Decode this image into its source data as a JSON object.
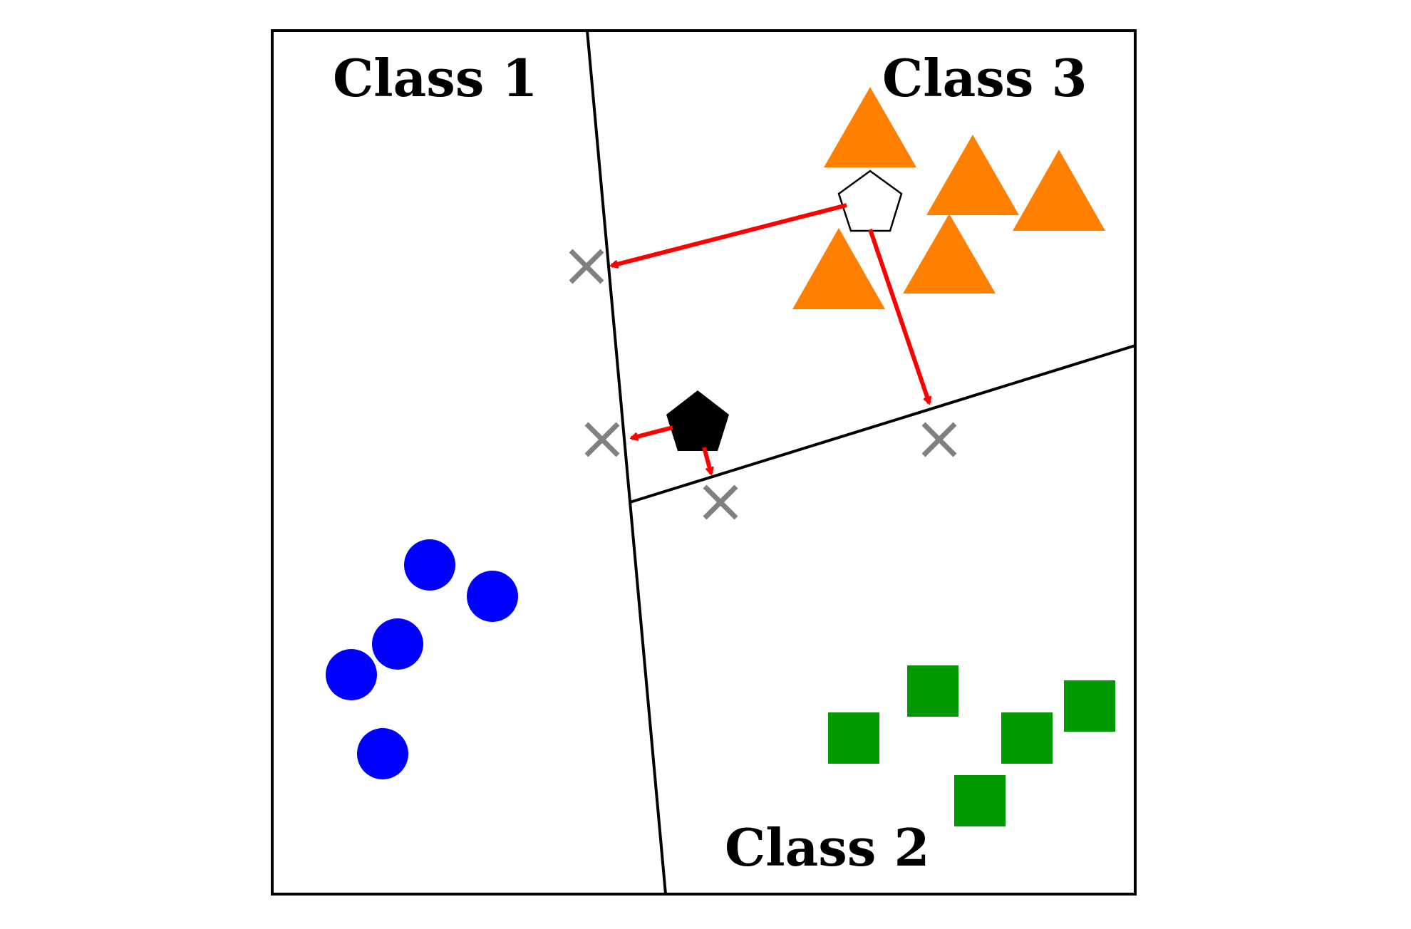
{
  "labels": {
    "class1": "Class 1",
    "class2": "Class 2",
    "class3": "Class 3"
  },
  "colors": {
    "class1_points": "#0000ff",
    "class2_points": "#009900",
    "class3_points": "#ff8000",
    "arrows": "#ff0000",
    "projection_marks": "#808080",
    "boundaries": "#000000",
    "hollow_pentagon_fill": "#ffffff",
    "solid_pentagon_fill": "#000000"
  },
  "shapes": {
    "class1": "circle",
    "class2": "square",
    "class3": "triangle",
    "query_points": "pentagon",
    "projection_marks": "x-mark"
  },
  "counts": {
    "class1_points": 5,
    "class2_points": 5,
    "class3_points": 5,
    "projection_marks": 4,
    "arrows": 4
  }
}
